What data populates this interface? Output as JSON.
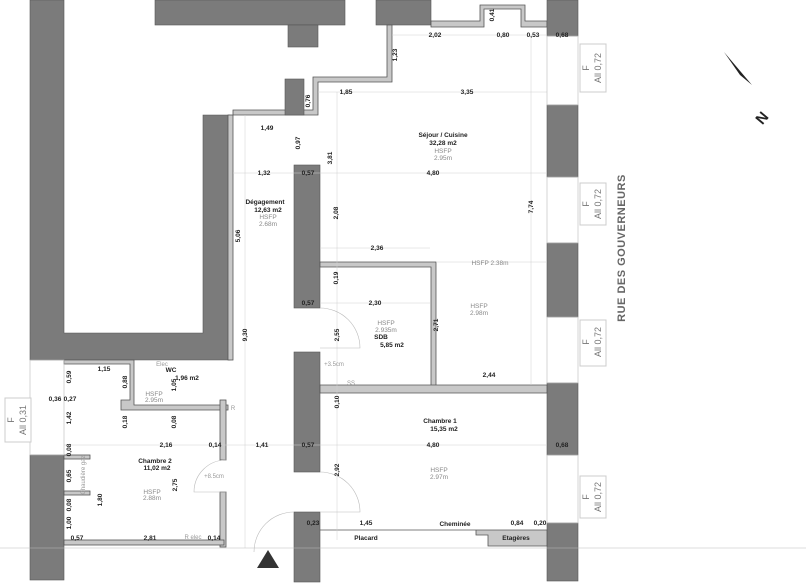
{
  "street": "RUE DES GOUVERNEURS",
  "north": "N",
  "rooms": [
    {
      "name": "Séjour / Cuisine",
      "area": "32,28 m2",
      "hsfp": "HSFP",
      "height": "2.95m"
    },
    {
      "name": "Dégagement",
      "area": "12,63 m2",
      "hsfp": "HSFP",
      "height": "2.68m"
    },
    {
      "name": "SDB",
      "area": "5,85 m2",
      "hsfp": "HSFP",
      "height": "2.935m"
    },
    {
      "name": "WC",
      "area": "1,96 m2",
      "hsfp": "HSFP",
      "height": "2.95m"
    },
    {
      "name": "Chambre 2",
      "area": "11,02 m2",
      "hsfp": "HSFP",
      "height": "2.88m"
    },
    {
      "name": "Chambre 1",
      "area": "15,35 m2",
      "hsfp": "HSFP",
      "height": "2.97m"
    }
  ],
  "extra_hsfp": [
    "HSFP 2.38m",
    "HSFP",
    "2.98m"
  ],
  "annotations": {
    "elec": "Elec",
    "step1": "+3.5cm",
    "ss": "SS",
    "step2": "+8.5cm",
    "r": "R",
    "relec": "R elec",
    "placard": "Placard",
    "cheminee": "Cheminée",
    "etageres": "Etagères",
    "chaudiere": "Chaudière gaz"
  },
  "windows": [
    {
      "type": "F",
      "allege": "All  0,72"
    },
    {
      "type": "F",
      "allege": "All  0,72"
    },
    {
      "type": "F",
      "allege": "All  0,72"
    },
    {
      "type": "F",
      "allege": "All  0,72"
    },
    {
      "type": "F",
      "allege": "All  0,31"
    }
  ],
  "dims": [
    "2,02",
    "0,80",
    "0,53",
    "0,68",
    "0,41",
    "1,23",
    "1,85",
    "3,35",
    "0,76",
    "1,49",
    "0,97",
    "3,81",
    "1,32",
    "0,57",
    "4,80",
    "7,74",
    "5,06",
    "2,08",
    "2,36",
    "0,19",
    "0,57",
    "2,30",
    "2,71",
    "9,30",
    "2,55",
    "1,15",
    "0,59",
    "0,88",
    "1,05",
    "0,36",
    "0,27",
    "1,42",
    "0,18",
    "0,08",
    "0,10",
    "2,16",
    "0,14",
    "1,41",
    "0,57",
    "4,80",
    "0,68",
    "0,08",
    "0,65",
    "1,80",
    "2,75",
    "2,92",
    "0,08",
    "1,00",
    "0,57",
    "2,81",
    "0,14",
    "0,23",
    "1,45",
    "0,84",
    "0,20",
    "2,44"
  ],
  "colors": {
    "wall": "#7b7b7b",
    "highlight_dim": "#e00000"
  }
}
